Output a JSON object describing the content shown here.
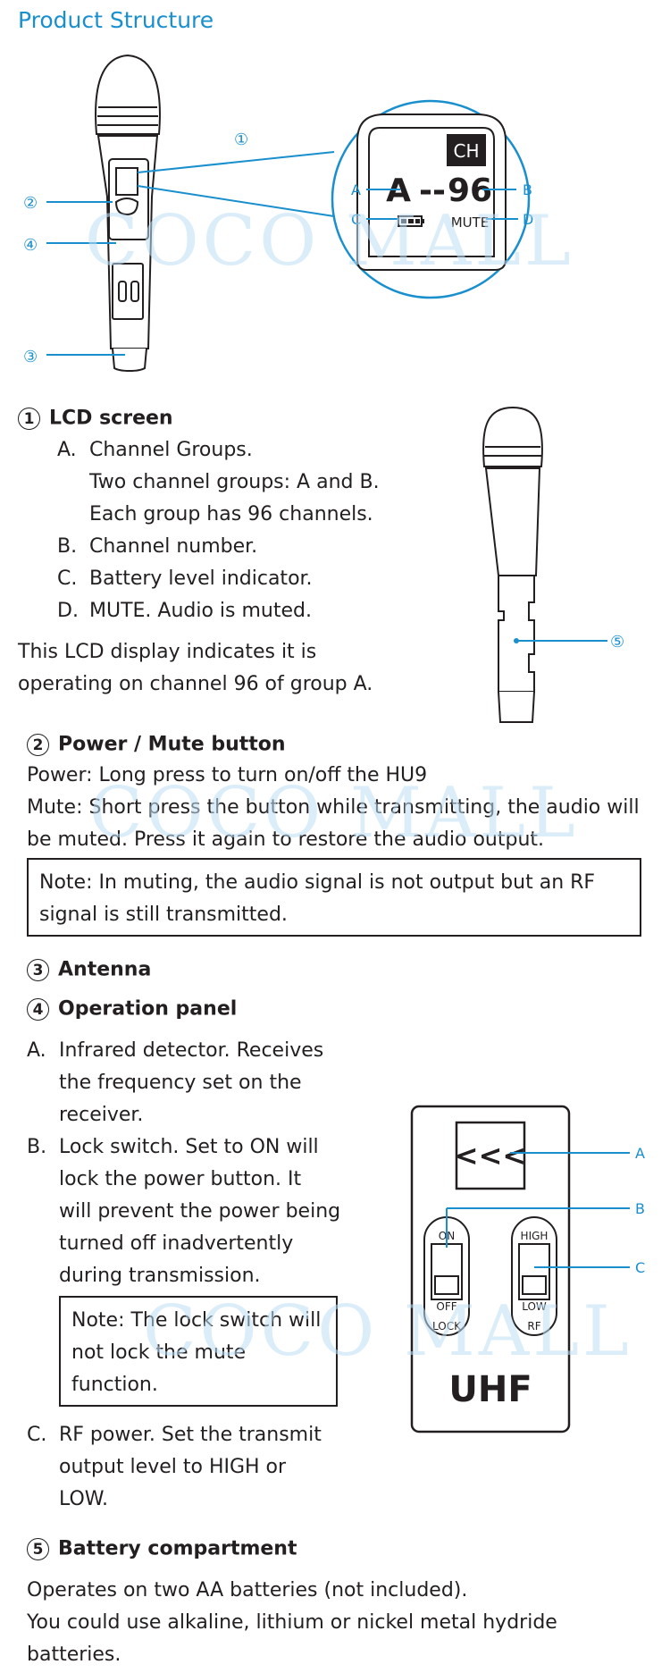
{
  "title": "Product Structure",
  "watermark": "COCO MALL",
  "diagram": {
    "callouts": [
      "①",
      "②",
      "③",
      "④"
    ],
    "lcd": {
      "ch": "CH",
      "group": "A",
      "dashes": "--",
      "channel": "96",
      "mute": "MUTE",
      "labels": [
        "A",
        "B",
        "C",
        "D"
      ]
    }
  },
  "lcd_section": {
    "marker": "1",
    "heading": "LCD screen",
    "items": [
      {
        "letter": "A.",
        "text": "Channel Groups."
      },
      {
        "letter": "",
        "text": "Two channel groups: A and B."
      },
      {
        "letter": "",
        "text": "Each group has 96 channels."
      },
      {
        "letter": "B.",
        "text": "Channel number."
      },
      {
        "letter": "C.",
        "text": "Battery level indicator."
      },
      {
        "letter": "D.",
        "text": "MUTE. Audio is muted."
      }
    ],
    "para1": "This LCD display indicates it is",
    "para2": "operating on channel 96 of group A.",
    "callout5": "⑤"
  },
  "power_section": {
    "marker": "2",
    "heading": "Power / Mute button",
    "line1": "Power: Long press to turn on/off the HU9",
    "line2": "Mute: Short press the button while transmitting, the audio will",
    "line3": "be muted. Press it again to restore the audio output.",
    "note1": "Note: In muting, the audio signal is not output but an RF",
    "note2": "signal is still transmitted."
  },
  "antenna_section": {
    "marker": "3",
    "heading": "Antenna"
  },
  "operation_section": {
    "marker": "4",
    "heading": "Operation panel",
    "a_letter": "A.",
    "a_lines": [
      "Infrared detector. Receives",
      "the frequency set on the",
      "receiver."
    ],
    "b_letter": "B.",
    "b_lines": [
      "Lock switch. Set to ON will",
      "lock the power button. It",
      "will prevent the power being",
      "turned off inadvertently",
      "during transmission."
    ],
    "note_lines": [
      "Note: The lock switch will",
      "not lock the mute",
      "function."
    ],
    "c_letter": "C.",
    "c_lines": [
      "RF power. Set the transmit",
      "output level to HIGH or",
      "LOW."
    ],
    "panel": {
      "ir": "<<<",
      "on": "ON",
      "off": "OFF",
      "lock": "LOCK",
      "high": "HIGH",
      "low": "LOW",
      "rf": "RF",
      "brand": "UHF",
      "labels": [
        "A",
        "B",
        "C"
      ]
    }
  },
  "battery_section": {
    "marker": "5",
    "heading": "Battery compartment",
    "line1": "Operates on two AA batteries (not included).",
    "line2": "You could use alkaline, lithium or nickel metal hydride",
    "line3": "batteries."
  }
}
